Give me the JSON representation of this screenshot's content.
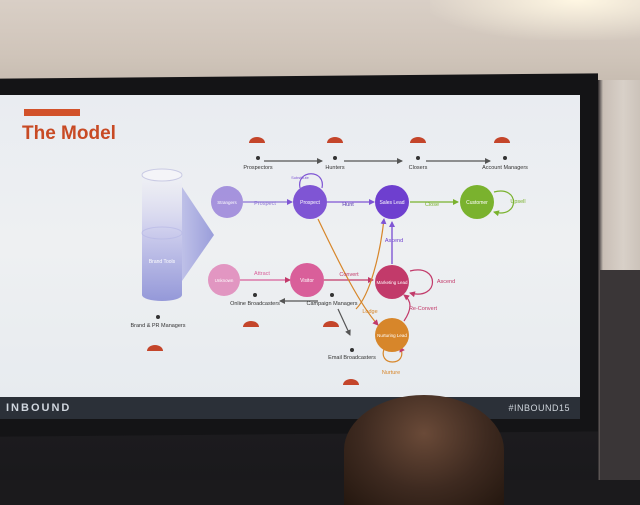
{
  "slide": {
    "title": "The Model",
    "footer_logo": "INBOUND",
    "footer_hashtag": "#INBOUND15"
  },
  "colors": {
    "title": "#c84a24",
    "stranger_node": "#8d74d6",
    "prospect_node": "#7f55d4",
    "sales_lead_node": "#6e3fcf",
    "customer_node": "#7ab22e",
    "unknown_node": "#de7fb5",
    "visitor_node": "#d95f9a",
    "marketing_lead_node": "#c23a6a",
    "nurturing_lead_node": "#d7862a",
    "funnel": "#8b8fd6"
  },
  "diagram": {
    "funnel_label": "Brand Tools",
    "nodes": {
      "stranger": "Strangers",
      "prospect": "Prospect",
      "sales_lead": "Sales Lead",
      "customer": "Customer",
      "unknown": "Unknown",
      "visitor": "Visitor",
      "marketing_lead": "Marketing Lead",
      "nurturing_lead": "Nurturing Lead"
    },
    "edges": {
      "prospect": "Prospect",
      "hunt": "Hunt",
      "close": "Close",
      "upsell": "Upsell",
      "ascend": "Ascend",
      "attract": "Attract",
      "convert": "Convert",
      "ascend_right": "Ascend",
      "lodge": "Lodge",
      "reconvert": "Re-Convert",
      "nurture": "Nurture",
      "self_loop": "Substitute"
    },
    "roles": {
      "prospectors": "Prospectors",
      "hunters": "Hunters",
      "closers": "Closers",
      "account_managers": "Account Managers",
      "brand_pr": "Brand & PR Managers",
      "online_broadcasters": "Online Broadcasters",
      "campaign_managers": "Campaign Managers",
      "email_broadcasters": "Email Broadcasters"
    }
  }
}
